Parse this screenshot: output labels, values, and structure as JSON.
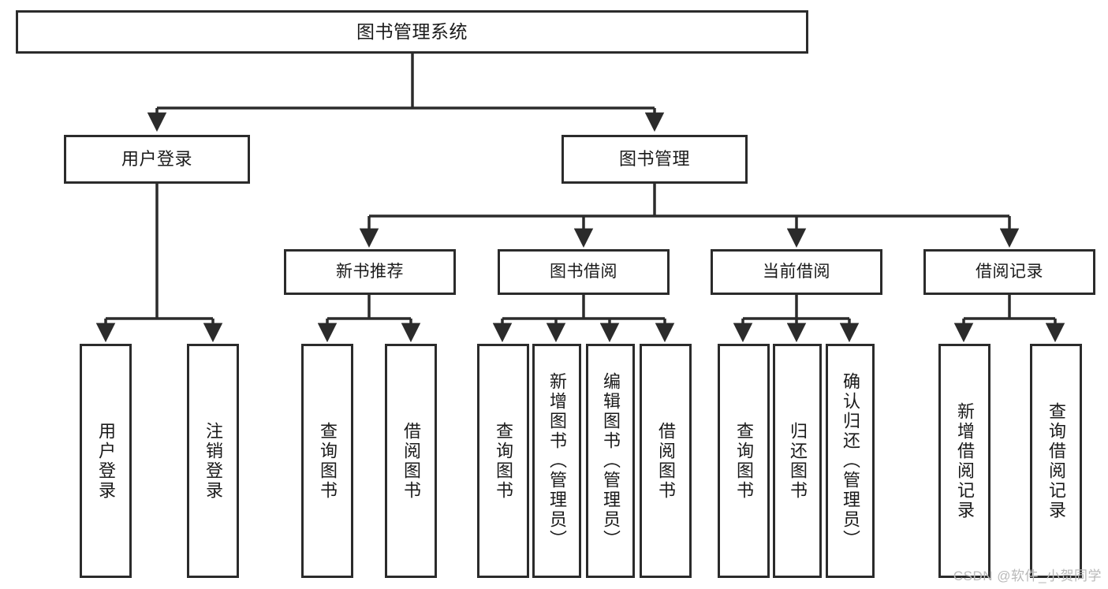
{
  "diagram": {
    "title": "图书管理系统",
    "type": "tree-hierarchy-chart",
    "watermark": "CSDN @软件_小贺同学",
    "colors": {
      "box_border": "#2b2b2b",
      "box_fill": "#ffffff",
      "connector": "#2b2b2b",
      "text": "#1a1a1a",
      "watermark": "#b9b9b9",
      "background": "#ffffff"
    },
    "root": {
      "id": "root",
      "label": "图书管理系统"
    },
    "level2": [
      {
        "id": "user-login",
        "label": "用户登录"
      },
      {
        "id": "book-manage",
        "label": "图书管理"
      }
    ],
    "level3": [
      {
        "id": "new-book-recommend",
        "label": "新书推荐",
        "parent": "book-manage"
      },
      {
        "id": "book-borrow",
        "label": "图书借阅",
        "parent": "book-manage"
      },
      {
        "id": "current-borrow",
        "label": "当前借阅",
        "parent": "book-manage"
      },
      {
        "id": "borrow-record",
        "label": "借阅记录",
        "parent": "book-manage"
      }
    ],
    "leaves": [
      {
        "id": "leaf-user-login",
        "label": "用户登录",
        "parent": "user-login"
      },
      {
        "id": "leaf-user-logout",
        "label": "注销登录",
        "parent": "user-login"
      },
      {
        "id": "leaf-query-book-1",
        "label": "查询图书",
        "parent": "new-book-recommend"
      },
      {
        "id": "leaf-borrow-book-1",
        "label": "借阅图书",
        "parent": "new-book-recommend"
      },
      {
        "id": "leaf-query-book-2",
        "label": "查询图书",
        "parent": "book-borrow"
      },
      {
        "id": "leaf-add-book",
        "label": "新增图书（管理员）",
        "parent": "book-borrow"
      },
      {
        "id": "leaf-edit-book",
        "label": "编辑图书（管理员）",
        "parent": "book-borrow"
      },
      {
        "id": "leaf-borrow-book-2",
        "label": "借阅图书",
        "parent": "book-borrow"
      },
      {
        "id": "leaf-query-book-3",
        "label": "查询图书",
        "parent": "current-borrow"
      },
      {
        "id": "leaf-return-book",
        "label": "归还图书",
        "parent": "current-borrow"
      },
      {
        "id": "leaf-confirm-return",
        "label": "确认归还（管理员）",
        "parent": "current-borrow"
      },
      {
        "id": "leaf-add-record",
        "label": "新增借阅记录",
        "parent": "borrow-record"
      },
      {
        "id": "leaf-query-record",
        "label": "查询借阅记录",
        "parent": "borrow-record"
      }
    ]
  }
}
